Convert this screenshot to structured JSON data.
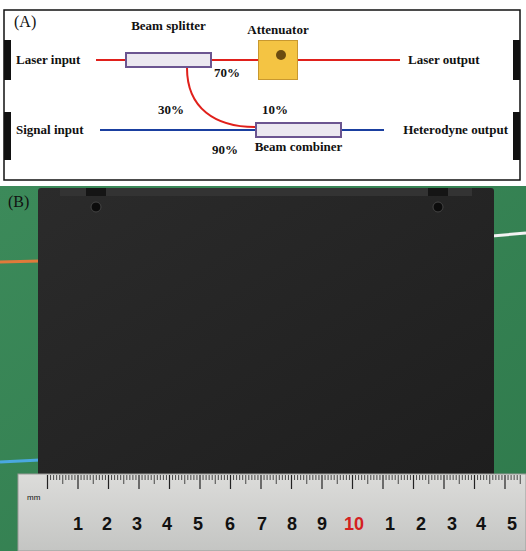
{
  "diagram": {
    "nodes": [
      {
        "text": [
          "Beam splitter"
        ]
      },
      {
        "text": [
          "Attenuator"
        ]
      },
      {
        "text": [
          "Beam combiner"
        ]
      }
    ],
    "edges": [
      {
        "from": 0,
        "to": 1,
        "arrow": "none",
        "label": "70%"
      },
      {
        "from": 0,
        "to": 2,
        "arrow": "none",
        "label": "30%"
      }
    ],
    "labels": [
      "(A)",
      "Laser input",
      "Laser output",
      "Signal input",
      "Heterodyne output",
      "10%",
      "90%",
      "(B)",
      "mm",
      "1",
      "2",
      "3",
      "4",
      "5",
      "6",
      "7",
      "8",
      "9",
      "10",
      "1",
      "2",
      "3",
      "4",
      "5"
    ]
  }
}
